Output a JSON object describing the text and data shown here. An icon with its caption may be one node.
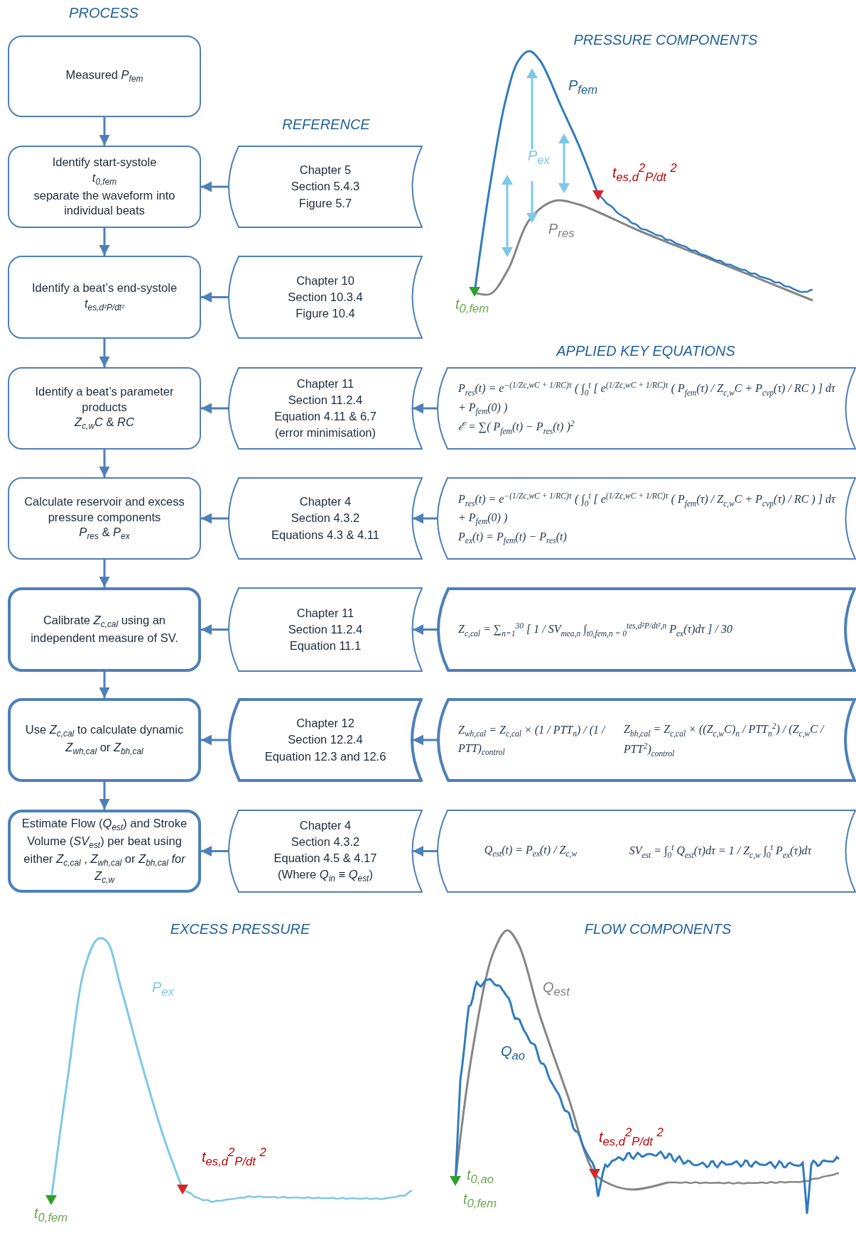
{
  "diagram": {
    "nodes": [
      {
        "text": [
          "Measured *P*$_{fem}$"
        ]
      },
      {
        "text": [
          "Identify start-systole",
          "*t*$_{0,fem}$",
          "separate the waveform into individual beats"
        ]
      },
      {
        "text": [
          "Identify a beat’s end-systole",
          "*t*$_{es,d²P/dt²}$"
        ]
      },
      {
        "text": [
          "Identify a beat’s parameter products",
          "*Z*$_{c,w}$*C* & *RC*"
        ]
      },
      {
        "text": [
          "Calculate reservoir and excess pressure components",
          "*P*$_{res}$ & *P*$_{ex}$"
        ]
      },
      {
        "text": [
          "Calibrate *Z*$_{c,cal}$ using an independent measure of SV."
        ]
      },
      {
        "text": [
          "Use *Z*$_{c,cal}$ to calculate dynamic *Z*$_{wh,cal}$ or *Z*$_{bh,cal}$"
        ]
      },
      {
        "text": [
          "Estimate Flow (*Q*$_{est}$) and Stroke Volume (*SV*$_{est}$) per beat using either *Z*$_{c,cal}$ , *Z*$_{wh,cal}$ or *Z*$_{bh,cal}$ *for Z*$_{c,w}$"
        ]
      },
      {
        "text": [
          "Chapter 5",
          "Section 5.4.3",
          "Figure 5.7"
        ]
      },
      {
        "text": [
          "Chapter 10",
          "Section 10.3.4",
          "Figure 10.4"
        ]
      },
      {
        "text": [
          "Chapter 11",
          "Section 11.2.4",
          "Equation 4.11 & 6.7",
          "(error minimisation)"
        ]
      },
      {
        "text": [
          "Chapter 4",
          "Section 4.3.2",
          "Equations 4.3 & 4.11"
        ]
      },
      {
        "text": [
          "Chapter 11",
          "Section 11.2.4",
          "Equation 11.1"
        ]
      },
      {
        "text": [
          "Chapter 12",
          "Section 12.2.4",
          "Equation 12.3 and 12.6"
        ]
      },
      {
        "text": [
          "Chapter 4",
          "Section 4.3.2",
          "Equation 4.5 & 4.17",
          "(Where *Q*$_{in}$ ≡ *Q*$_{est}$)"
        ]
      },
      {
        "text": [
          "P$_{res}$(t) = e$^{−(1/Zc,wC + 1/RC)τ}$ ( ∫$_{0}$$^{t}$ [ e$^{(1/Zc,wC + 1/RC)τ}$ ( P$_{fem}$(τ) / Z$_{c,w}$C + P$_{cvp}$(τ) / RC ) ] dτ + P$_{fem}$(0) )",
          "ℰ = ∑( P$_{fem}$(t) − P$_{res}$(t) )$^{2}$"
        ]
      },
      {
        "text": [
          "P$_{res}$(t) = e$^{−(1/Zc,wC + 1/RC)τ}$ ( ∫$_{0}$$^{t}$ [ e$^{(1/Zc,wC + 1/RC)τ}$ ( P$_{fem}$(τ) / Z$_{c,w}$C + P$_{cvp}$(τ) / RC ) ] dτ + P$_{fem}$(0) )",
          "P$_{ex}$(t) = P$_{fem}$(t) − P$_{res}$(t)"
        ]
      },
      {
        "text": [
          "Z$_{c,cal}$ = ∑$_{n=1}$$^{30}$ [ 1 / SV$_{mea,n}$ ∫$_{t0,fem,n = 0}$$^{tes,d²P/dt²,n}$ P$_{ex}$(τ)dτ ] / 30"
        ]
      },
      {
        "text": [
          "Z$_{wh,cal}$ = Z$_{c,cal}$ × (1 / PTT$_{n}$) / (1 / PTT)$_{control}$",
          "Z$_{bh,cal}$ = Z$_{c,cal}$ × ((Z$_{c,w}$C)$_{n}$ / PTT$_{n}$$^{2}$) / (Z$_{c,w}$C / PTT$^{2}$)$_{control}$"
        ]
      },
      {
        "text": [
          "Q$_{est}$(t) = P$_{ex}$(t) / Z$_{c,w}$",
          "SV$_{est}$ = ∫$_{0}$$^{t}$ Q$_{est}$(τ)dτ = 1 / Z$_{c,w}$ ∫$_{0}$$^{t}$ P$_{ex}$(τ)dτ"
        ]
      }
    ],
    "edges": [
      {
        "from": 0,
        "to": 1,
        "arrow": "to"
      },
      {
        "from": 1,
        "to": 2,
        "arrow": "to"
      },
      {
        "from": 2,
        "to": 3,
        "arrow": "to"
      },
      {
        "from": 3,
        "to": 4,
        "arrow": "to"
      },
      {
        "from": 4,
        "to": 5,
        "arrow": "to"
      },
      {
        "from": 5,
        "to": 6,
        "arrow": "to"
      },
      {
        "from": 6,
        "to": 7,
        "arrow": "to"
      },
      {
        "from": 8,
        "to": 1,
        "arrow": "to"
      },
      {
        "from": 9,
        "to": 2,
        "arrow": "to"
      },
      {
        "from": 10,
        "to": 3,
        "arrow": "to"
      },
      {
        "from": 11,
        "to": 4,
        "arrow": "to"
      },
      {
        "from": 12,
        "to": 5,
        "arrow": "to"
      },
      {
        "from": 13,
        "to": 6,
        "arrow": "to"
      },
      {
        "from": 14,
        "to": 7,
        "arrow": "to"
      },
      {
        "from": 15,
        "to": 10,
        "arrow": "to"
      },
      {
        "from": 16,
        "to": 11,
        "arrow": "to"
      },
      {
        "from": 17,
        "to": 12,
        "arrow": "to"
      },
      {
        "from": 18,
        "to": 13,
        "arrow": "to"
      },
      {
        "from": 19,
        "to": 14,
        "arrow": "to"
      }
    ],
    "labels": [
      "PROCESS",
      "PRESSURE COMPONENTS",
      "*P*$_{fem}$",
      "REFERENCE",
      "*P*$_{ex}$",
      "*t*$_{es,d}$$^{2}$$_{P/dt}$ $^{2}$",
      "*P*$_{res}$",
      "*t*$_{0,fem}$",
      "APPLIED KEY EQUATIONS",
      "EXCESS PRESSURE",
      "FLOW COMPONENTS",
      "*Q*$_{est}$",
      "*P*$_{ex}$",
      "*Q*$_{ao}$",
      "*t*$_{es,d}$$^{2}$$_{P/dt}$ $^{2}$",
      "*t*$_{es,d}$$^{2}$$_{P/dt}$ $^{2}$",
      "*t*$_{0,fem}$",
      "*t*$_{0,ao}$",
      "*t*$_{0,fem}$"
    ]
  }
}
